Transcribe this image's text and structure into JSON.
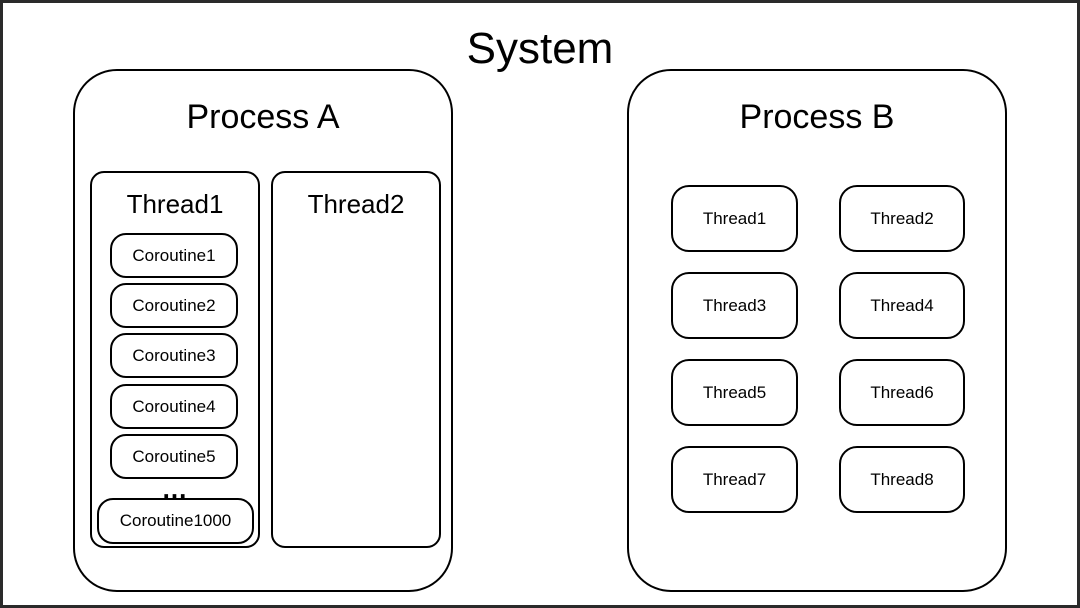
{
  "title": "System",
  "process_a": {
    "label": "Process A",
    "thread1": {
      "label": "Thread1",
      "coroutines": [
        "Coroutine1",
        "Coroutine2",
        "Coroutine3",
        "Coroutine4",
        "Coroutine5"
      ],
      "ellipsis": "...",
      "last": "Coroutine1000"
    },
    "thread2": {
      "label": "Thread2"
    }
  },
  "process_b": {
    "label": "Process B",
    "threads": [
      "Thread1",
      "Thread2",
      "Thread3",
      "Thread4",
      "Thread5",
      "Thread6",
      "Thread7",
      "Thread8"
    ]
  }
}
